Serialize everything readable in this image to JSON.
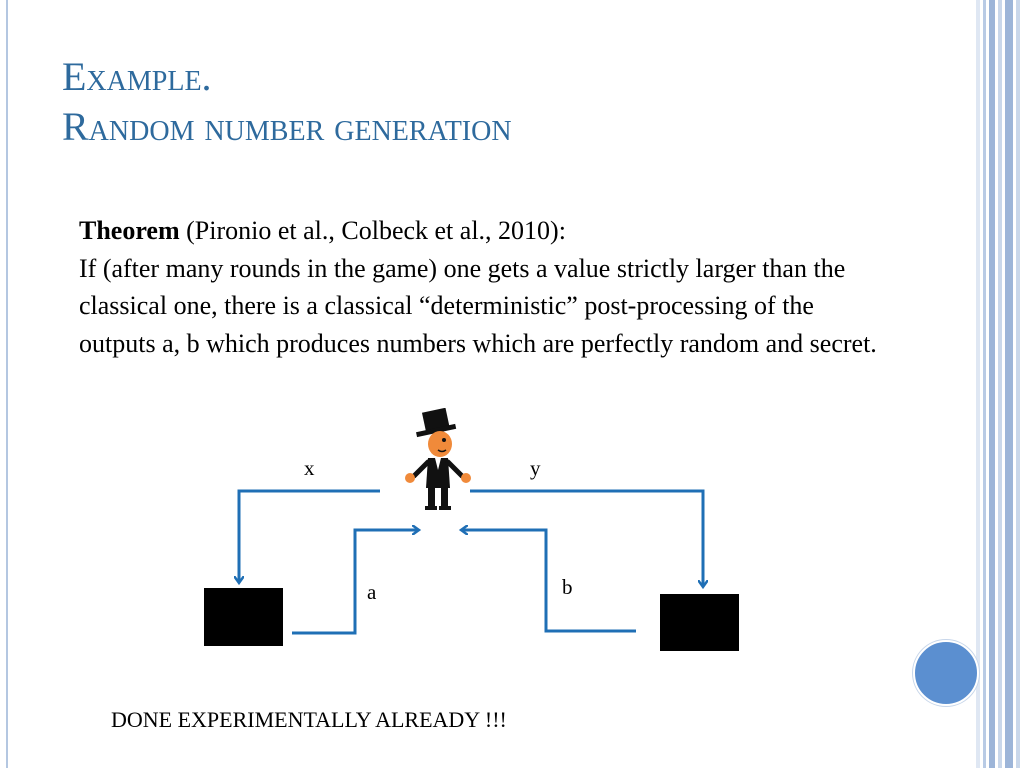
{
  "slide": {
    "title_line1": "Example.",
    "title_line2": "Random number generation",
    "theorem_label": "Theorem",
    "theorem_citation": " (Pironio et al., Colbeck et al., 2010):",
    "statement": "If  (after many rounds in the game) one gets a value strictly larger than the classical one, there is a classical “deterministic” post-processing of the outputs a, b which produces numbers which are perfectly random and secret.",
    "footer_note": "DONE EXPERIMENTALLY ALREADY !!!"
  },
  "diagram": {
    "label_x": "x",
    "label_y": "y",
    "label_a": "a",
    "label_b": "b",
    "figure_icon": "top-hat-man-icon"
  },
  "colors": {
    "title": "#2e6a9d",
    "arrow": "#1f6fb5",
    "box": "#000000",
    "accent_circle": "#5b8fd0",
    "stripe_light": "#c9d7ea",
    "stripe_mid": "#9db5d8"
  }
}
